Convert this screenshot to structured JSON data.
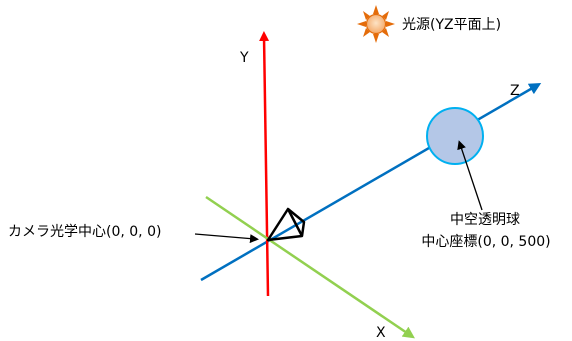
{
  "diagram": {
    "axes": {
      "x_label": "X",
      "y_label": "Y",
      "z_label": "Z"
    },
    "light_source": {
      "label": "光源(YZ平面上)",
      "icon": "sun-icon"
    },
    "sphere": {
      "label_line1": "中空透明球",
      "label_line2": "中心座標(0, 0, 500)"
    },
    "camera": {
      "label": "カメラ光学中心(0, 0, 0)",
      "icon": "camera-frustum-icon"
    },
    "colors": {
      "x_axis": "#92d050",
      "y_axis": "#ff0000",
      "z_axis": "#0070c0",
      "sphere_fill": "#b4c7e7",
      "sphere_stroke": "#00b0f0",
      "sun_body": "#f4a460",
      "sun_rays": "#e46c0a"
    }
  }
}
